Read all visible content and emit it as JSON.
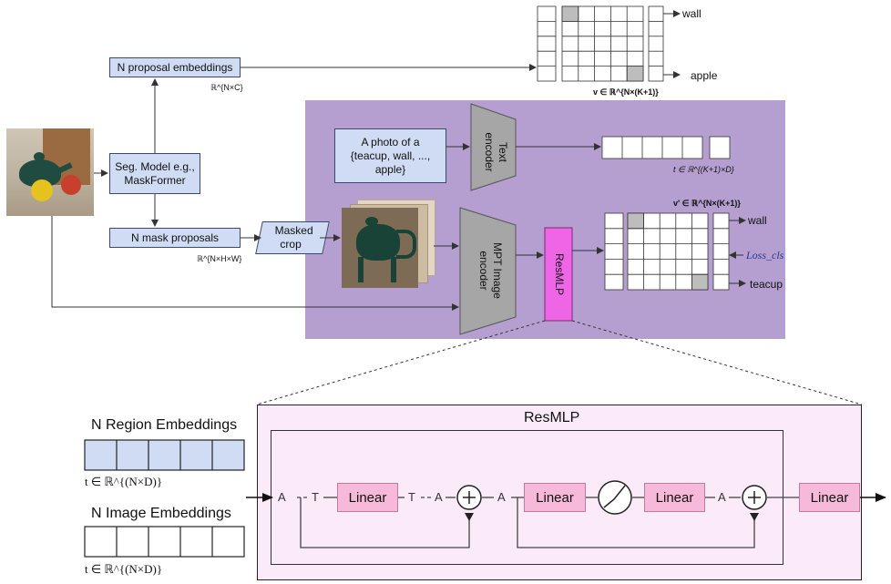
{
  "top": {
    "proposal_embeddings": "N proposal embeddings",
    "proposal_dim": "ℝ^{N×C}",
    "seg_model_line1": "Seg. Model e.g.,",
    "seg_model_line2": "MaskFormer",
    "mask_proposals": "N mask proposals",
    "mask_dim": "ℝ^{N×H×W}",
    "masked_crop_line1": "Masked",
    "masked_crop_line2": "crop",
    "prompt_line1": "A photo of a",
    "prompt_line2": "{teacup, wall, ...,",
    "prompt_line3": "apple}",
    "text_encoder_line1": "Text",
    "text_encoder_line2": "encoder",
    "image_encoder_line1": "MPT Image",
    "image_encoder_line2": "encoder",
    "resmlp": "ResMLP",
    "text_dim": "t ∈ ℝ^{(K+1)×D}",
    "v_dim": "v ∈ ℝ^{N×(K+1)}",
    "v_prime_dim": "v' ∈ ℝ^{N×(K+1)}",
    "top_wall": "wall",
    "top_apple": "apple",
    "mid_wall": "wall",
    "mid_teacup": "teacup",
    "loss": "Loss_cls"
  },
  "bottom": {
    "region_title": "N Region Embeddings",
    "region_dim": "t ∈ ℝ^{(N×D)}",
    "image_title": "N Image Embeddings",
    "image_dim": "t ∈ ℝ^{(N×D)}",
    "resmlp_title": "ResMLP",
    "linear": "Linear",
    "A": "A",
    "T": "T"
  },
  "colors": {
    "purple_panel": "#b49fd0",
    "blue_box": "#cfdcf3",
    "pink": "#f6b9da",
    "magenta": "#ee66e6",
    "bottom_panel": "#fbeaf8"
  }
}
